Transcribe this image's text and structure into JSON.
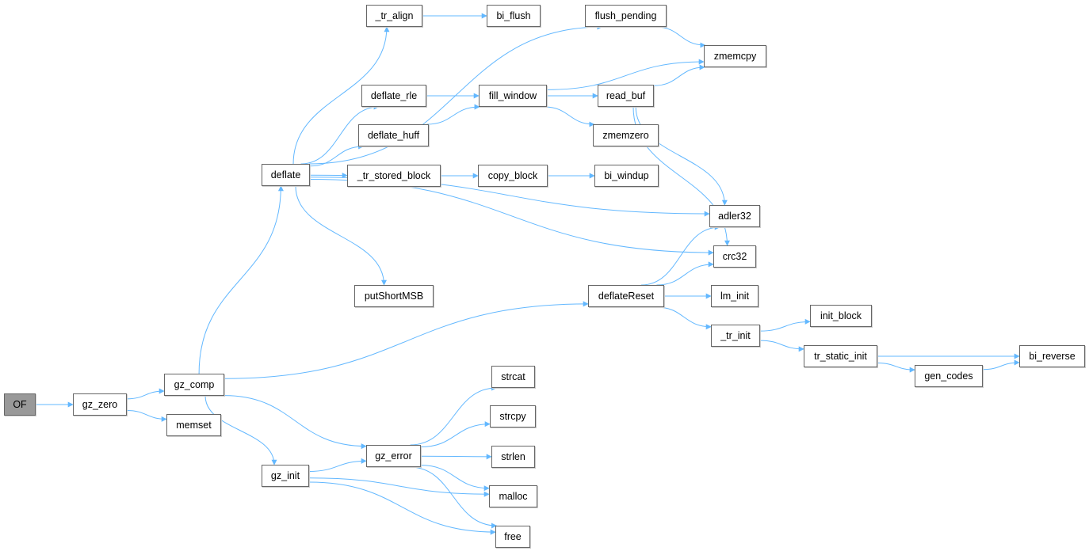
{
  "graph": {
    "root": "OF",
    "edge_color": "#63b8ff",
    "nodes": {
      "OF": "OF",
      "gz_zero": "gz_zero",
      "memset": "memset",
      "gz_comp": "gz_comp",
      "deflate": "deflate",
      "gz_init": "gz_init",
      "gz_error": "gz_error",
      "_tr_align": "_tr_align",
      "bi_flush": "bi_flush",
      "flush_pending": "flush_pending",
      "zmemcpy": "zmemcpy",
      "deflate_rle": "deflate_rle",
      "fill_window": "fill_window",
      "read_buf": "read_buf",
      "deflate_huff": "deflate_huff",
      "zmemzero": "zmemzero",
      "_tr_stored_block": "_tr_stored_block",
      "copy_block": "copy_block",
      "bi_windup": "bi_windup",
      "adler32": "adler32",
      "crc32": "crc32",
      "putShortMSB": "putShortMSB",
      "deflateReset": "deflateReset",
      "lm_init": "lm_init",
      "_tr_init": "_tr_init",
      "init_block": "init_block",
      "tr_static_init": "tr_static_init",
      "bi_reverse": "bi_reverse",
      "gen_codes": "gen_codes",
      "strcat": "strcat",
      "strcpy": "strcpy",
      "strlen": "strlen",
      "malloc": "malloc",
      "free": "free"
    },
    "edges": [
      [
        "OF",
        "gz_zero"
      ],
      [
        "gz_zero",
        "gz_comp"
      ],
      [
        "gz_zero",
        "memset"
      ],
      [
        "gz_comp",
        "deflate"
      ],
      [
        "gz_comp",
        "deflateReset"
      ],
      [
        "gz_comp",
        "gz_error"
      ],
      [
        "gz_comp",
        "gz_init"
      ],
      [
        "deflate",
        "_tr_align"
      ],
      [
        "deflate",
        "flush_pending"
      ],
      [
        "deflate",
        "deflate_rle"
      ],
      [
        "deflate",
        "deflate_huff"
      ],
      [
        "deflate",
        "_tr_stored_block"
      ],
      [
        "deflate",
        "adler32"
      ],
      [
        "deflate",
        "crc32"
      ],
      [
        "deflate",
        "putShortMSB"
      ],
      [
        "_tr_align",
        "bi_flush"
      ],
      [
        "flush_pending",
        "zmemcpy"
      ],
      [
        "deflate_rle",
        "fill_window"
      ],
      [
        "deflate_huff",
        "fill_window"
      ],
      [
        "fill_window",
        "zmemcpy"
      ],
      [
        "fill_window",
        "read_buf"
      ],
      [
        "fill_window",
        "zmemzero"
      ],
      [
        "read_buf",
        "zmemcpy"
      ],
      [
        "read_buf",
        "adler32"
      ],
      [
        "read_buf",
        "crc32"
      ],
      [
        "_tr_stored_block",
        "copy_block"
      ],
      [
        "copy_block",
        "bi_windup"
      ],
      [
        "deflateReset",
        "adler32"
      ],
      [
        "deflateReset",
        "crc32"
      ],
      [
        "deflateReset",
        "lm_init"
      ],
      [
        "deflateReset",
        "_tr_init"
      ],
      [
        "_tr_init",
        "init_block"
      ],
      [
        "_tr_init",
        "tr_static_init"
      ],
      [
        "tr_static_init",
        "bi_reverse"
      ],
      [
        "tr_static_init",
        "gen_codes"
      ],
      [
        "gen_codes",
        "bi_reverse"
      ],
      [
        "gz_init",
        "gz_error"
      ],
      [
        "gz_init",
        "malloc"
      ],
      [
        "gz_init",
        "free"
      ],
      [
        "gz_error",
        "strcat"
      ],
      [
        "gz_error",
        "strcpy"
      ],
      [
        "gz_error",
        "strlen"
      ],
      [
        "gz_error",
        "malloc"
      ],
      [
        "gz_error",
        "free"
      ]
    ]
  }
}
